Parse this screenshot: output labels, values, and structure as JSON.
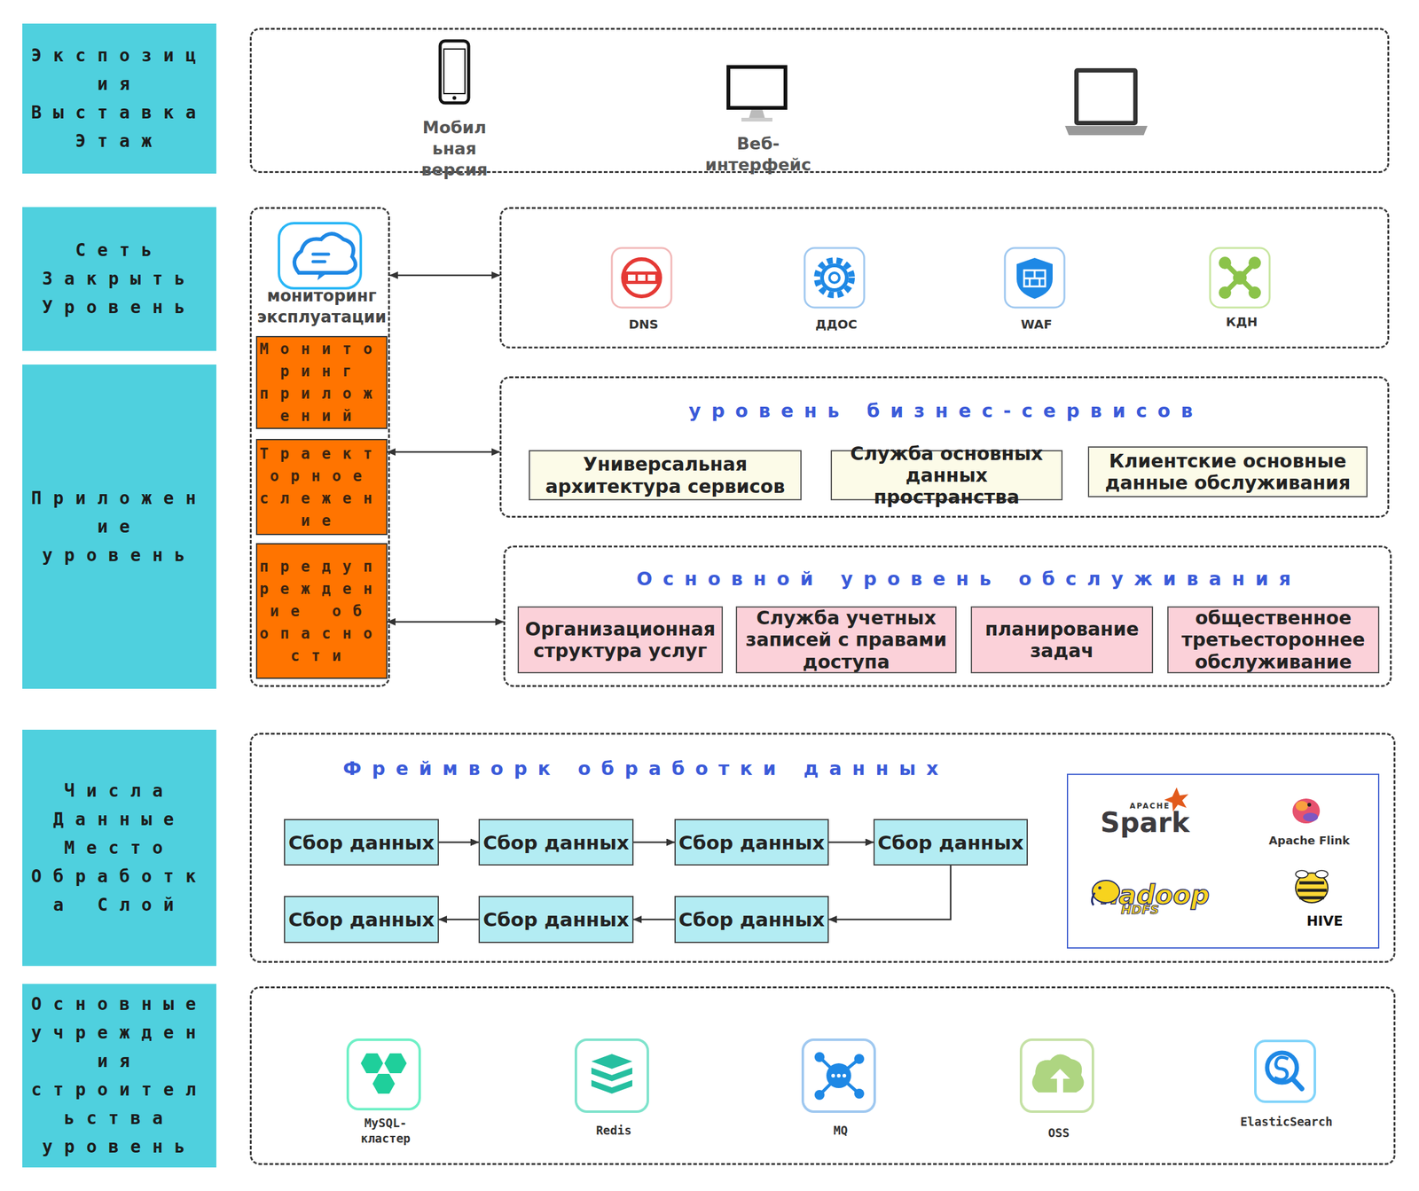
{
  "diagram": {
    "nodes": [
      {
        "text": [
          "Экспозиция Выставка Этаж"
        ]
      },
      {
        "text": [
          "Мобильная версия",
          "Веб-интерфейс"
        ]
      },
      {
        "text": [
          "Сеть Закрыть Уровень"
        ]
      },
      {
        "text": [
          "мониторинг эксплуатации"
        ]
      },
      {
        "text": [
          "Мониторинг приложений"
        ],
        "in": 3
      },
      {
        "text": [
          "Траекторное слежение"
        ],
        "in": 3
      },
      {
        "text": [
          "предупреждение об опасности"
        ],
        "in": 3
      },
      {
        "text": [
          "DNS",
          "ДДОС",
          "WAF",
          "КДН"
        ]
      },
      {
        "text": [
          "Приложение уровень"
        ]
      },
      {
        "text": [
          "уровень бизнес-сервисов"
        ]
      },
      {
        "text": [
          "Универсальная архитектура сервисов"
        ],
        "in": 9
      },
      {
        "text": [
          "Служба основных данных пространства"
        ],
        "in": 9
      },
      {
        "text": [
          "Клиентские основные данные обслуживания"
        ],
        "in": 9
      },
      {
        "text": [
          "Основной уровень обслуживания"
        ]
      },
      {
        "text": [
          "Организационная структура услуг"
        ],
        "in": 13
      },
      {
        "text": [
          "Служба учетных записей с правами доступа"
        ],
        "in": 13
      },
      {
        "text": [
          "планирование задач"
        ],
        "in": 13
      },
      {
        "text": [
          "общественное третьестороннее обслуживание"
        ],
        "in": 13
      },
      {
        "text": [
          "Числа Данные Место Обработка Слой"
        ]
      },
      {
        "text": [
          "Фреймворк обработки данных"
        ]
      },
      {
        "text": [
          "Сбор данных"
        ],
        "in": 19
      },
      {
        "text": [
          "Сбор данных"
        ],
        "in": 19
      },
      {
        "text": [
          "Сбор данных"
        ],
        "in": 19
      },
      {
        "text": [
          "Сбор данных"
        ],
        "in": 19
      },
      {
        "text": [
          "Сбор данных"
        ],
        "in": 19
      },
      {
        "text": [
          "Сбор данных"
        ],
        "in": 19
      },
      {
        "text": [
          "Сбор данных"
        ],
        "in": 19
      },
      {
        "text": [
          "APACHE",
          "Spark",
          "Apache Flink",
          "hadoop",
          "HDFS",
          "HIVE"
        ],
        "in": 19
      },
      {
        "text": [
          "Основные учреждения строительства уровень"
        ]
      },
      {
        "text": [
          "MySQL-кластер",
          "Redis",
          "MQ",
          "OSS",
          "ElasticSearch"
        ]
      }
    ],
    "edges": [
      {
        "from": 3,
        "to": 7,
        "arrow": "both"
      },
      {
        "from": 5,
        "to": 9,
        "arrow": "both"
      },
      {
        "from": 6,
        "to": 13,
        "arrow": "both"
      },
      {
        "from": 20,
        "to": 21,
        "arrow": "to"
      },
      {
        "from": 21,
        "to": 22,
        "arrow": "to"
      },
      {
        "from": 22,
        "to": 23,
        "arrow": "to"
      },
      {
        "from": 23,
        "to": 24,
        "arrow": "to"
      },
      {
        "from": 24,
        "to": 25,
        "arrow": "to"
      },
      {
        "from": 25,
        "to": 26,
        "arrow": "to"
      }
    ]
  }
}
